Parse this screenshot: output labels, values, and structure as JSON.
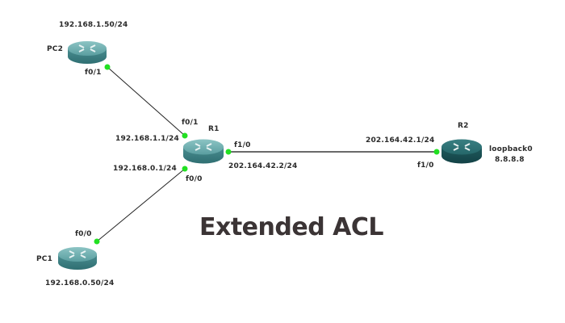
{
  "title": "Extended ACL",
  "colors": {
    "router_light": "#4f9a9a",
    "router_dark": "#236064",
    "port": "#22e022",
    "link": "#222222",
    "title": "#3b3435"
  },
  "devices": [
    {
      "id": "PC2",
      "name": "PC2",
      "type": "router-icon",
      "style": "light",
      "ip": "192.168.1.50/24"
    },
    {
      "id": "R1",
      "name": "R1",
      "type": "router-icon",
      "style": "light"
    },
    {
      "id": "PC1",
      "name": "PC1",
      "type": "router-icon",
      "style": "light",
      "ip": "192.168.0.50/24"
    },
    {
      "id": "R2",
      "name": "R2",
      "type": "router-icon",
      "style": "dark",
      "loopback_name": "loopback0",
      "loopback_ip": "8.8.8.8"
    }
  ],
  "links": [
    {
      "a": "PC2",
      "a_if": "f0/1",
      "b": "R1",
      "b_if": "f0/1",
      "b_ip": "192.168.1.1/24"
    },
    {
      "a": "PC1",
      "a_if": "f0/0",
      "b": "R1",
      "b_if": "f0/0",
      "b_ip": "192.168.0.1/24"
    },
    {
      "a": "R1",
      "a_if": "f1/0",
      "a_ip": "202.164.42.2/24",
      "b": "R2",
      "b_if": "f1/0",
      "b_ip": "202.164.42.1/24"
    }
  ]
}
